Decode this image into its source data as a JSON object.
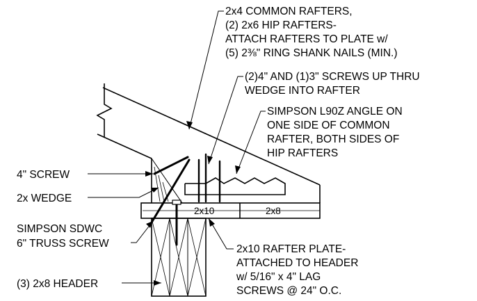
{
  "labels": {
    "rafters": [
      "2x4 COMMON RAFTERS,",
      "(2) 2x6 HIP RAFTERS-",
      "ATTACH RAFTERS TO PLATE w/",
      "(5) 2⅜\" RING SHANK NAILS (MIN.)"
    ],
    "screws_up": [
      "(2)4\" AND (1)3\" SCREWS UP THRU",
      "WEDGE INTO RAFTER"
    ],
    "angle": [
      "SIMPSON L90Z ANGLE ON",
      "ONE SIDE OF COMMON",
      "RAFTER, BOTH SIDES OF",
      "HIP RAFTERS"
    ],
    "screw4": "4\" SCREW",
    "wedge": "2x WEDGE",
    "truss_screw": [
      "SIMPSON SDWC",
      "6\" TRUSS SCREW"
    ],
    "plate_member_1": "2x10",
    "plate_member_2": "2x8",
    "rafter_plate": [
      "2x10 RAFTER PLATE-",
      "ATTACHED TO HEADER",
      "w/ 5/16\" x 4\" LAG",
      "SCREWS @ 24\" O.C."
    ],
    "header": "(3) 2x8 HEADER"
  }
}
